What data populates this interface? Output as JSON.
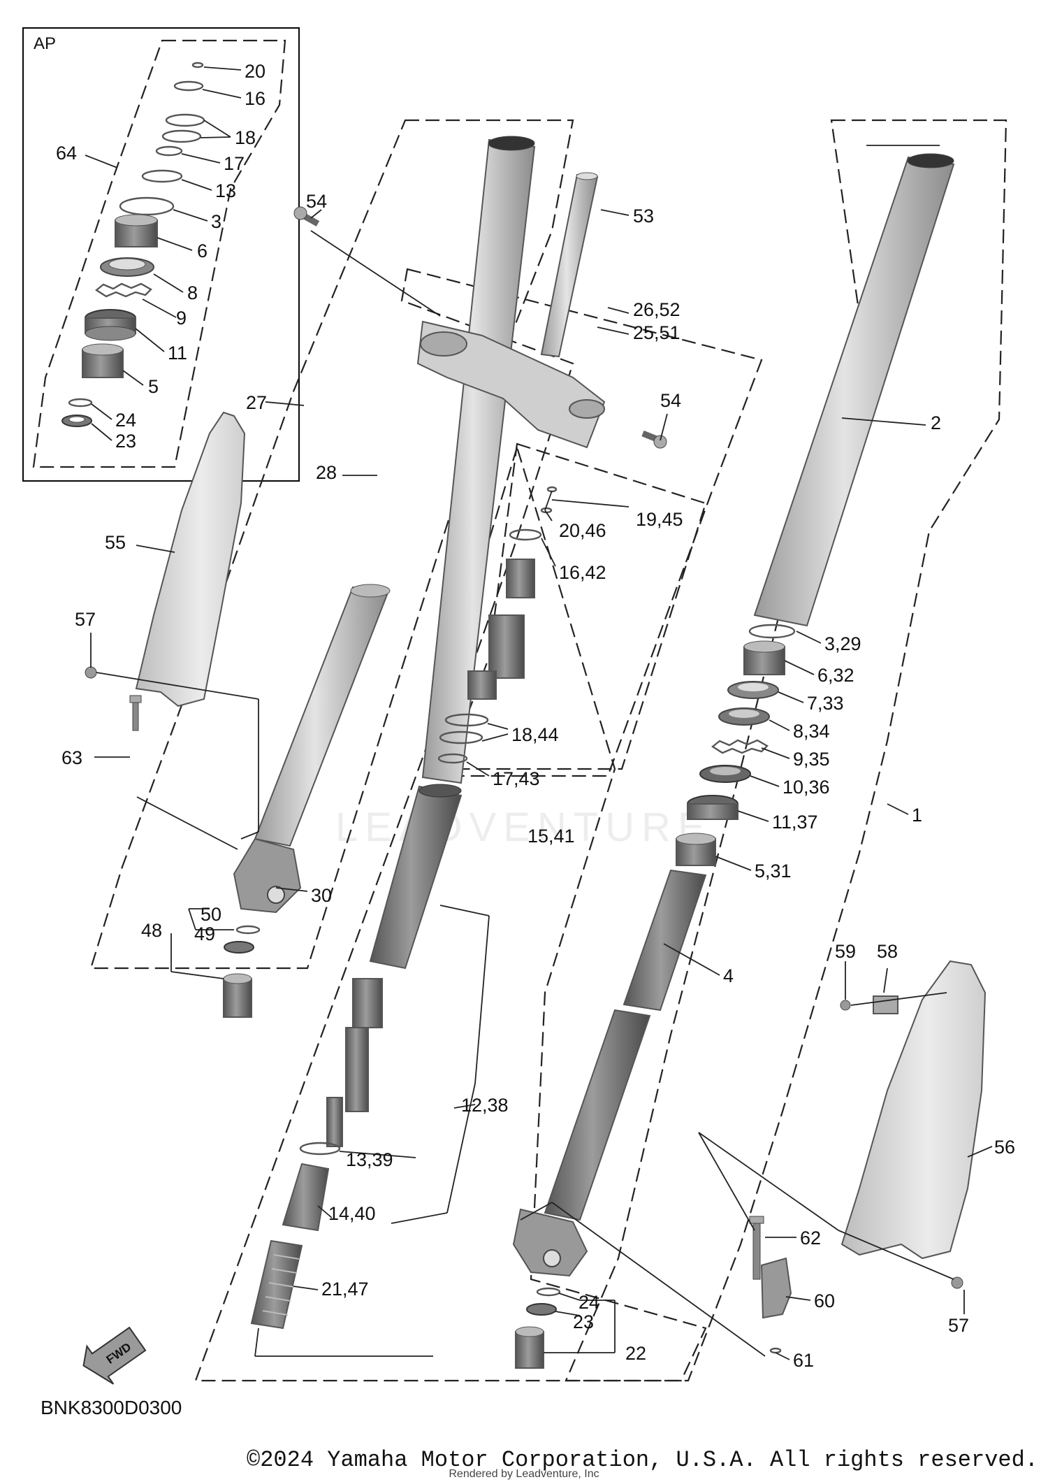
{
  "diagram_code": "BNK8300D0300",
  "ap_box_label": "AP",
  "fwd_label": "FWD",
  "copyright": "©2024 Yamaha Motor Corporation, U.S.A. All rights reserved.",
  "rendered_by": "Rendered by Leadventure, Inc",
  "watermark": "LEADVENTURE",
  "callouts": {
    "ap20": "20",
    "ap16": "16",
    "ap18": "18",
    "ap17": "17",
    "ap13": "13",
    "ap3": "3",
    "ap6": "6",
    "ap8": "8",
    "ap9": "9",
    "ap11": "11",
    "ap5": "5",
    "ap24": "24",
    "ap23": "23",
    "ap64": "64",
    "c54a": "54",
    "c53": "53",
    "c2": "2",
    "c27": "27",
    "c28": "28",
    "c54b": "54",
    "c26_52": "26,52",
    "c25_51": "25,51",
    "c20_46": "20,46",
    "c19_45": "19,45",
    "c16_42": "16,42",
    "c18_44": "18,44",
    "c17_43": "17,43",
    "c15_41": "15,41",
    "c55": "55",
    "c57a": "57",
    "c63": "63",
    "c30": "30",
    "c50": "50",
    "c49": "49",
    "c48": "48",
    "c3_29": "3,29",
    "c6_32": "6,32",
    "c7_33": "7,33",
    "c8_34": "8,34",
    "c9_35": "9,35",
    "c10_36": "10,36",
    "c11_37": "11,37",
    "c5_31": "5,31",
    "c1": "1",
    "c4": "4",
    "c12_38": "12,38",
    "c13_39": "13,39",
    "c14_40": "14,40",
    "c21_47": "21,47",
    "c59": "59",
    "c58": "58",
    "c56": "56",
    "c62": "62",
    "c60": "60",
    "c24": "24",
    "c23": "23",
    "c22": "22",
    "c61": "61",
    "c57b": "57"
  }
}
